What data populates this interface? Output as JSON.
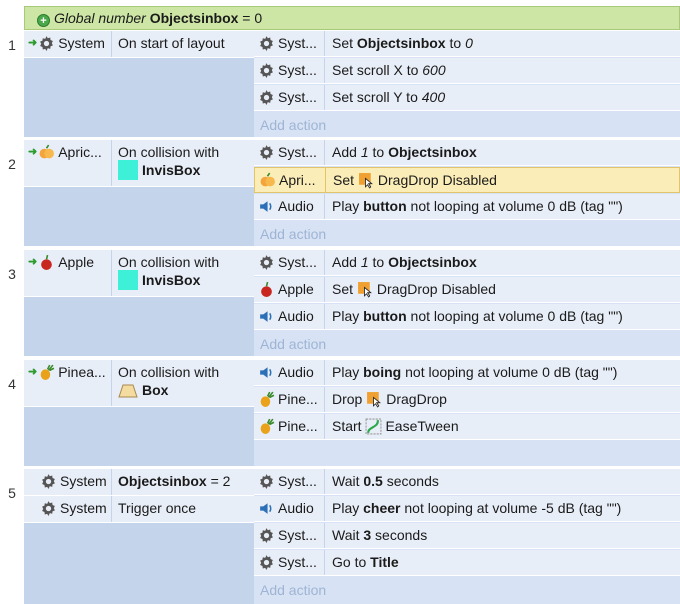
{
  "global_var": {
    "keyword": "Global number",
    "name": "Objectsinbox",
    "suffix": "= 0"
  },
  "add_action": "Add action",
  "events": [
    {
      "num": "1",
      "conditions": [
        {
          "object": "System",
          "text": "On start of layout"
        }
      ],
      "actions": [
        {
          "object": "Syst...",
          "pre": "Set ",
          "bold": "Objectsinbox",
          "mid": " to ",
          "ital": "0"
        },
        {
          "object": "Syst...",
          "pre": "Set scroll X to ",
          "ital": "600"
        },
        {
          "object": "Syst...",
          "pre": "Set scroll Y to ",
          "ital": "400"
        }
      ]
    },
    {
      "num": "2",
      "conditions": [
        {
          "object": "Apric...",
          "text": "On collision with",
          "param": "InvisBox"
        }
      ],
      "actions": [
        {
          "object": "Syst...",
          "pre": "Add ",
          "ital": "1",
          "mid": " to ",
          "bold": "Objectsinbox"
        },
        {
          "object": "Apri...",
          "pre": "Set ",
          "post": "DragDrop Disabled"
        },
        {
          "object": "Audio",
          "pre": "Play ",
          "bold": "button",
          "post": " not looping at volume 0 dB (tag \"\")"
        }
      ]
    },
    {
      "num": "3",
      "conditions": [
        {
          "object": "Apple",
          "text": "On collision with",
          "param": "InvisBox"
        }
      ],
      "actions": [
        {
          "object": "Syst...",
          "pre": "Add ",
          "ital": "1",
          "mid": " to ",
          "bold": "Objectsinbox"
        },
        {
          "object": "Apple",
          "pre": "Set ",
          "post": "DragDrop Disabled"
        },
        {
          "object": "Audio",
          "pre": "Play ",
          "bold": "button",
          "post": " not looping at volume 0 dB (tag \"\")"
        }
      ]
    },
    {
      "num": "4",
      "conditions": [
        {
          "object": "Pinea...",
          "text": "On collision with",
          "param": "Box"
        }
      ],
      "actions": [
        {
          "object": "Audio",
          "pre": "Play ",
          "bold": "boing",
          "post": " not looping at volume 0 dB (tag \"\")"
        },
        {
          "object": "Pine...",
          "pre": "Drop ",
          "post": "DragDrop"
        },
        {
          "object": "Pine...",
          "pre": "Start ",
          "post": "EaseTween"
        }
      ]
    },
    {
      "num": "5",
      "conditions": [
        {
          "object": "System",
          "bold": "Objectsinbox",
          "text": " = 2"
        },
        {
          "object": "System",
          "text": "Trigger once"
        }
      ],
      "actions": [
        {
          "object": "Syst...",
          "pre": "Wait ",
          "bold": "0.5",
          "post": " seconds"
        },
        {
          "object": "Audio",
          "pre": "Play ",
          "bold": "cheer",
          "post": " not looping at volume -5 dB (tag \"\")"
        },
        {
          "object": "Syst...",
          "pre": "Wait ",
          "bold": "3",
          "post": " seconds"
        },
        {
          "object": "Syst...",
          "pre": "Go to ",
          "bold": "Title"
        }
      ]
    }
  ]
}
